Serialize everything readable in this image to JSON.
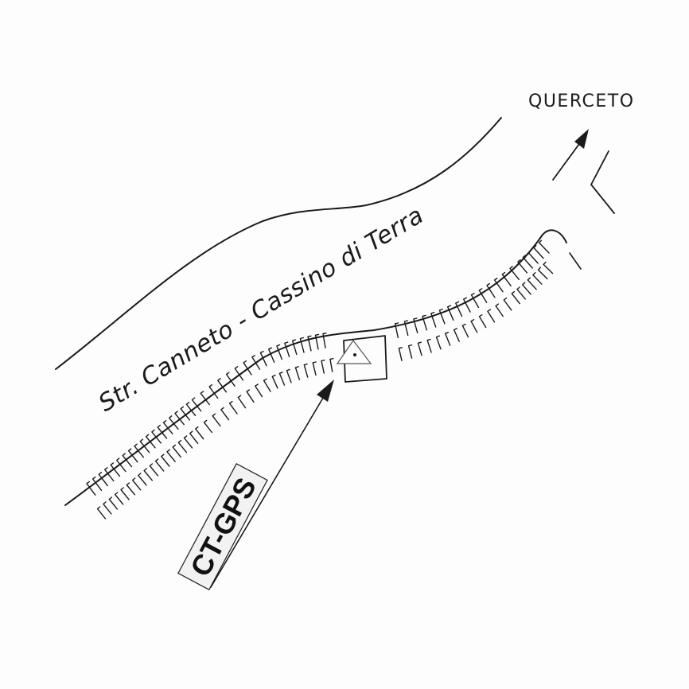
{
  "map": {
    "destination_label": "QUERCETO",
    "road_label": "Str. Canneto - Cassino di Terra",
    "marker_label": "CT-GPS",
    "benchmark_symbol": "triangle-marker-icon",
    "direction_arrow": "arrow-up-right-icon"
  },
  "colors": {
    "ink": "#1a1a1a",
    "paper": "#fdfdfd",
    "label_fill": "#f2f2f2"
  }
}
